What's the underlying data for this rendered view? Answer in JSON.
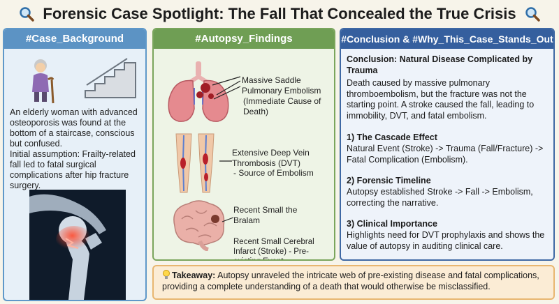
{
  "title": "Forensic Case Spotlight: The Fall That Concealed the True Crisis",
  "icons": {
    "title_left": "magnifier-icon",
    "title_right": "magnifier-icon",
    "takeaway": "lightbulb-icon"
  },
  "background": {
    "heading": "#Case_Background",
    "paragraph1": "An elderly woman with advanced osteoporosis was found at the bottom of a staircase, conscious but confused.",
    "paragraph2": "Initial assumption: Frailty-related fall led to fatal surgical complications after hip fracture surgery."
  },
  "autopsy": {
    "heading": "#Autopsy_Findings",
    "findings": [
      {
        "title": "Massive Saddle Pulmonary Embolism",
        "detail": "(Immediate Cause of Death)",
        "icon": "lungs-icon"
      },
      {
        "title": "Extensive Deep Vein Thrombosis (DVT)",
        "detail": "- Source of Embolism",
        "icon": "legs-veins-icon"
      },
      {
        "title": "Recent Small the Bralam",
        "detail": "Recent Small Cerebral Infarct (Stroke) - Pre-existing Event",
        "icon": "brain-icon"
      }
    ]
  },
  "conclusion": {
    "heading": "#Conclusion & #Why_This_Case_Stands_Out",
    "subheading": "Conclusion: Natural Disease Complicated by Trauma",
    "text": "Death caused by massive pulmonary thromboembolism, but the fracture was not the starting point. A stroke caused the fall, leading to immobility, DVT, and fatal embolism.",
    "points": [
      {
        "title": "1) The Cascade Effect",
        "text": "Natural Event (Stroke) -> Trauma (Fall/Fracture) -> Fatal Complication (Embolism)."
      },
      {
        "title": "2) Forensic Timeline",
        "text": "Autopsy established Stroke -> Fall -> Embolism, correcting the narrative."
      },
      {
        "title": "3) Clinical Importance",
        "text": "Highlights need for DVT prophylaxis and shows the value of autopsy in auditing clinical care."
      }
    ]
  },
  "takeaway": {
    "label": "Takeaway:",
    "text": "Autopsy unraveled the intricate web of pre-existing disease and fatal complications, providing a complete understanding of a death that would otherwise be misclassified."
  },
  "colors": {
    "background_blue": "#5c93c4",
    "autopsy_green": "#6f9e54",
    "conclusion_navy": "#355f9e",
    "takeaway_orange": "#e8b670",
    "fracture_red": "#e5372b"
  }
}
